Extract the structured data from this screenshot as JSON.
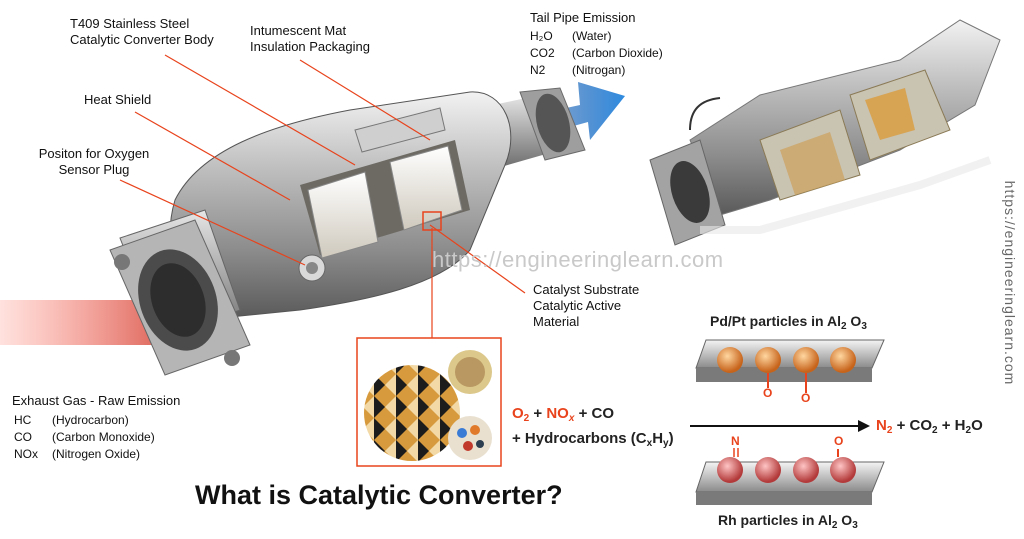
{
  "labels": {
    "body": "T409 Stainless Steel\nCatalytic Converter Body",
    "mat": "Intumescent Mat\nInsulation Packaging",
    "shield": "Heat Shield",
    "sensor": "Positon for Oxygen\nSensor Plug",
    "substrate": "Catalyst Substrate\nCatalytic Active\nMaterial"
  },
  "tailpipe": {
    "heading": "Tail Pipe Emission",
    "rows": [
      {
        "formula": "H₂O",
        "name": "(Water)"
      },
      {
        "formula": "CO2",
        "name": "(Carbon Dioxide)"
      },
      {
        "formula": "N2",
        "name": "(Nitrogan)"
      }
    ]
  },
  "exhaust": {
    "heading": "Exhaust Gas - Raw Emission",
    "rows": [
      {
        "formula": "HC",
        "name": "(Hydrocarbon)"
      },
      {
        "formula": "CO",
        "name": "(Carbon Monoxide)"
      },
      {
        "formula": "NOx",
        "name": "(Nitrogen Oxide)"
      }
    ]
  },
  "reaction": {
    "o2": "O",
    "o2_sub": "2",
    "plus1": "+",
    "nox": "NO",
    "nox_sub": "x",
    "co": "+ CO",
    "hc": "+ Hydrocarbons (C",
    "hc_x": "x",
    "hc_h": "H",
    "hc_y": "y",
    "hc_close": ")",
    "n2": "N",
    "n2_sub": "2",
    "rest1": "+ CO",
    "rest1_sub": "2",
    "rest2": "+ H",
    "rest2_sub": "2",
    "rest2_o": "O"
  },
  "particles": {
    "pd_label": "Pd/Pt particles in Al",
    "pd_sub": "2",
    "pd_o": "O",
    "pd_o_sub": "3",
    "rh_label": "Rh particles in Al",
    "rh_sub": "2",
    "rh_o": "O",
    "rh_o_sub": "3",
    "o_mark": "O",
    "n_mark": "N"
  },
  "title": "What is Catalytic Converter?",
  "watermark": "https://engineeringlearn.com",
  "vertical_url": "https://engineeringlearn.com",
  "colors": {
    "leader": "#e8431c",
    "arrow_blue": "#2f7fd6",
    "arrow_red": "#d4281c",
    "reaction_red": "#e8431c"
  }
}
